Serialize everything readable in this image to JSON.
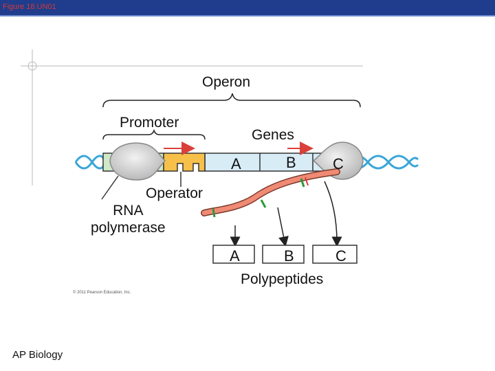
{
  "header": {
    "figure_label": "Figure 18.UN01"
  },
  "diagram": {
    "operon_label": "Operon",
    "promoter_label": "Promoter",
    "genes_label": "Genes",
    "gene_letters": [
      "A",
      "B",
      "C"
    ],
    "operator_label": "Operator",
    "rna_polymerase_label": "RNA\npolymerase",
    "polypeptide_letters": [
      "A",
      "B",
      "C"
    ],
    "polypeptides_label": "Polypeptides",
    "copyright": "© 2011 Pearson Education, Inc."
  },
  "footer": {
    "course": "AP Biology"
  },
  "colors": {
    "header_bar": "#1f3d8c",
    "dna_helix": "#3aa6d8",
    "mrna": "#f08a75",
    "arrow_red": "#d9403a",
    "operator": "#f6c04a",
    "promoter_box": "#cfe8c8",
    "gene_box": "#d8ecf6"
  }
}
